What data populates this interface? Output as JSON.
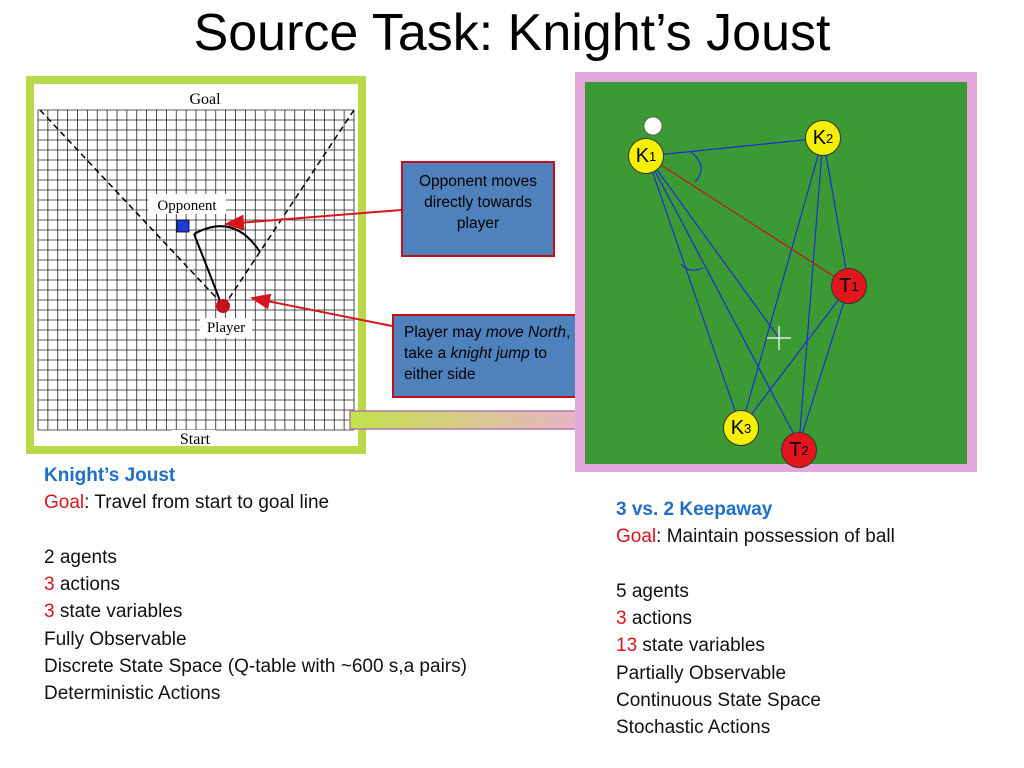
{
  "title": "Source Task: Knight’s Joust",
  "joust_diagram": {
    "goal_label": "Goal",
    "start_label": "Start",
    "opponent_label": "Opponent",
    "player_label": "Player"
  },
  "callouts": {
    "opponent": "Opponent moves directly towards player",
    "player": {
      "part1": "Player may ",
      "em1": "move North",
      "part2": ", or take a ",
      "em2": "knight jump",
      "part3": " to either side"
    }
  },
  "keepaway_diagram": {
    "players": [
      {
        "letter": "K",
        "sub": "1",
        "role": "keeper"
      },
      {
        "letter": "K",
        "sub": "2",
        "role": "keeper"
      },
      {
        "letter": "K",
        "sub": "3",
        "role": "keeper"
      },
      {
        "letter": "T",
        "sub": "1",
        "role": "taker"
      },
      {
        "letter": "T",
        "sub": "2",
        "role": "taker"
      }
    ]
  },
  "left_panel": {
    "heading": "Knight’s Joust",
    "goal_word": "Goal",
    "goal_text": ": Travel from start to goal line",
    "agents": "2 agents",
    "actions_num": "3",
    "actions_text": " actions",
    "state_num": "3",
    "state_text": " state variables",
    "observability": "Fully Observable",
    "state_space": "Discrete State Space (Q-table with ~600 s,a pairs)",
    "actions_type": "Deterministic Actions"
  },
  "right_panel": {
    "heading": "3 vs. 2 Keepaway",
    "goal_word": "Goal",
    "goal_text": ": Maintain possession of ball",
    "agents": "5 agents",
    "actions_num": "3",
    "actions_text": " actions",
    "state_num": "13",
    "state_text": " state variables",
    "observability": "Partially Observable",
    "state_space": "Continuous State Space",
    "actions_type": "Stochastic Actions"
  },
  "colors": {
    "accent_blue": "#1f6fc7",
    "accent_red": "#d8141c",
    "field_green": "#3c9a35",
    "frame_lime": "#b8d94a",
    "frame_pink": "#e4a8dc",
    "callout_fill": "#4f81bd"
  }
}
